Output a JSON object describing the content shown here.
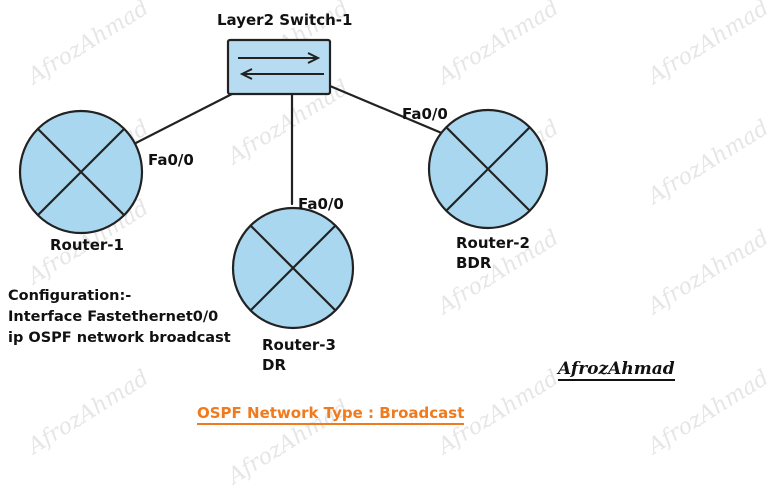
{
  "diagram": {
    "switch": {
      "label": "Layer2 Switch-1"
    },
    "routers": [
      {
        "name": "Router-1",
        "role": ""
      },
      {
        "name": "Router-2",
        "role": "BDR"
      },
      {
        "name": "Router-3",
        "role": "DR"
      }
    ],
    "interfaces": {
      "router1": "Fa0/0",
      "router2": "Fa0/0",
      "router3": "Fa0/0"
    },
    "configuration": {
      "heading": "Configuration:-",
      "line1": "Interface Fastethernet0/0",
      "line2": "ip OSPF network broadcast"
    },
    "title": "OSPF Network Type : Broadcast",
    "signature": "AfrozAhmad",
    "watermark": "AfrozAhmad"
  },
  "colors": {
    "router_fill": "#a9d7f0",
    "switch_fill": "#b7dcf2",
    "title": "#f07a1c",
    "stroke": "#222222"
  }
}
